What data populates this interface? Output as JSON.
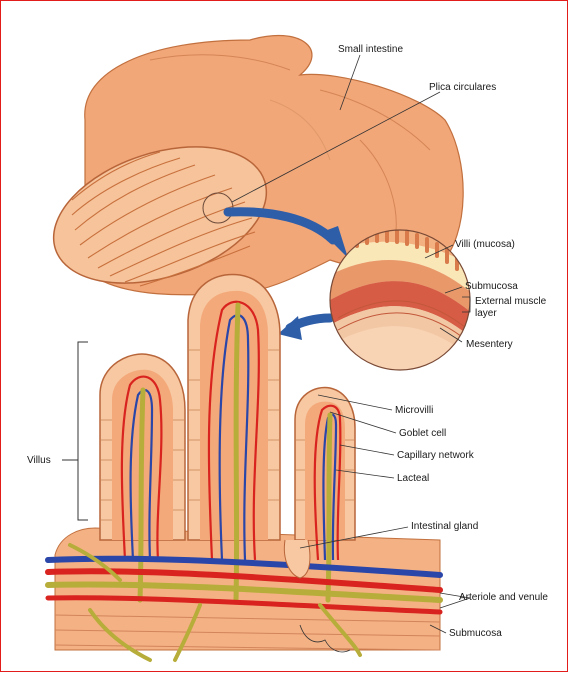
{
  "labels": {
    "small_intestine": "Small intestine",
    "plica_circulares": "Plica circulares",
    "villi_mucosa": "Villi (mucosa)",
    "submucosa_inset": "Submucosa",
    "external_muscle_line1": "External muscle",
    "external_muscle_line2": "layer",
    "mesentery": "Mesentery",
    "microvilli": "Microvilli",
    "goblet_cell": "Goblet cell",
    "capillary_network": "Capillary network",
    "lacteal": "Lacteal",
    "villus": "Villus",
    "intestinal_gland": "Intestinal gland",
    "arteriole_venule": "Arteriole and venule",
    "submucosa_bottom": "Submucosa"
  },
  "colors": {
    "border": "#e21b1b",
    "tissue": "#f4b184",
    "tissue_dark": "#e3894f",
    "artery": "#d8231f",
    "vein": "#2a46a8",
    "lymph": "#b7ad3a",
    "arrow": "#2f5ea8"
  }
}
